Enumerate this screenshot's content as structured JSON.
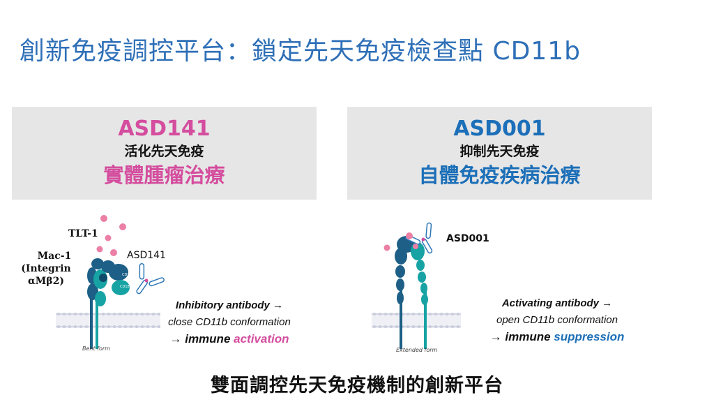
{
  "title": "創新免疫調控平台：鎖定先天免疫檢查點 CD11b",
  "left_card": {
    "name": "ASD141",
    "sub": "活化先天免疫",
    "big": "實體腫瘤治療"
  },
  "right_card": {
    "name": "ASD001",
    "sub": "抑制先天免疫",
    "big": "自體免疫疾病治療"
  },
  "left_diagram": {
    "tlt_label": "TLT-1",
    "mac_label": "Mac-1",
    "integrin_label": "(Integrin αMβ2)",
    "antibody_label": "ASD141",
    "cd11b_tag": "CD11b",
    "cd18_tag": "CD18",
    "form_caption": "Bent form",
    "line1": "Inhibitory antibody →",
    "line2": "close CD11b conformation",
    "line3_prefix": "→ immune ",
    "line3_highlight": "activation"
  },
  "right_diagram": {
    "antibody_label": "ASD001",
    "form_caption": "Extended form",
    "line1": "Activating antibody →",
    "line2": "open CD11b conformation",
    "line3_prefix": "→ immune ",
    "line3_highlight": "suppression"
  },
  "footer": "雙面調控先天免疫機制的創新平台",
  "colors": {
    "title_blue": "#2e6fb7",
    "pink": "#d44d9e",
    "blue": "#1c6fb8",
    "card_gray": "#e6e6e6",
    "protein_dark": "#1d5f86",
    "protein_teal": "#17a3a3"
  }
}
